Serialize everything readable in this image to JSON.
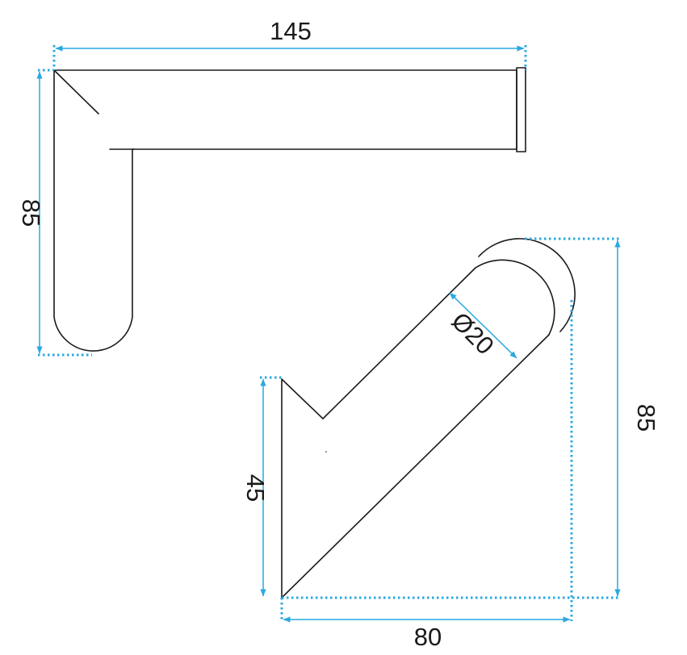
{
  "dimensions": {
    "top_width": "145",
    "side_height": "85",
    "diameter": "Ø20",
    "right_height": "85",
    "left_height": "45",
    "bottom_width": "80"
  },
  "colors": {
    "outline": "#1a1a1a",
    "dimension": "#29a8e0"
  }
}
